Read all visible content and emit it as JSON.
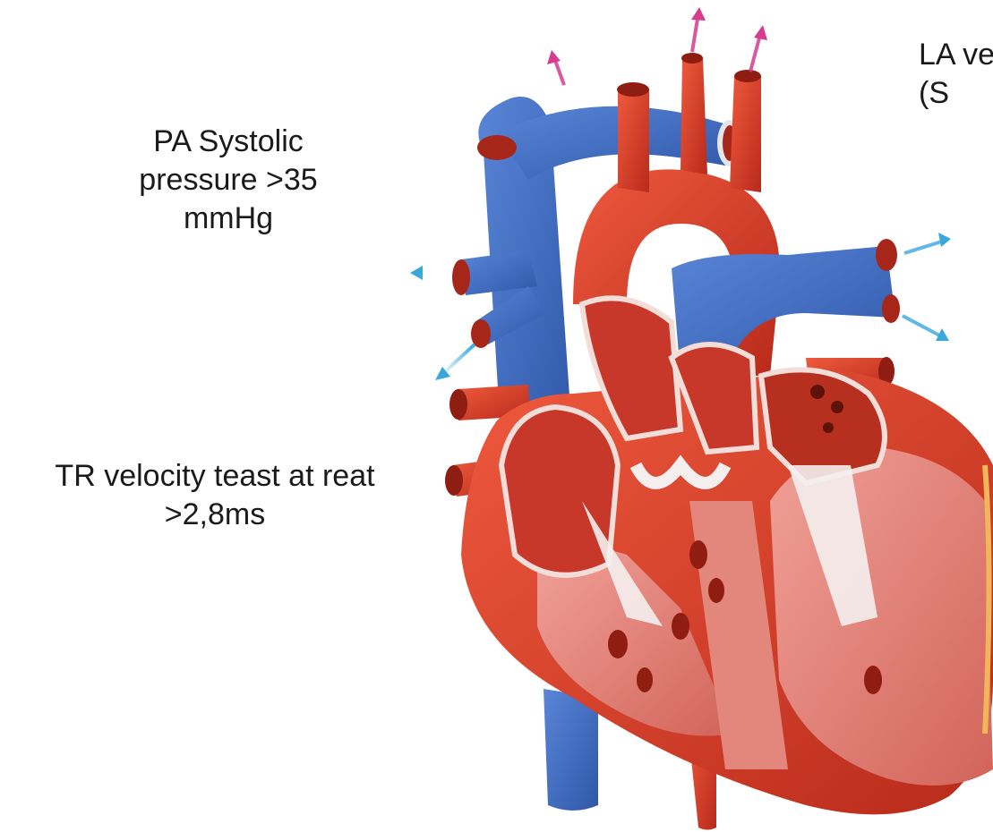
{
  "labels": {
    "pa_systolic": "PA Systolic\npressure >35\nmmHg",
    "tr_velocity": "TR velocity teast at reat\n>2,8ms",
    "la_volume_partial": "LA ve\n(S"
  },
  "colors": {
    "arterial_red": "#d63a26",
    "venous_blue": "#3f6fc8",
    "myocardium_pink": "#e48377",
    "valve_white": "#f4efee",
    "outflow_arrow_blue": "#3aa7dc",
    "outflow_arrow_magenta": "#d63c8e"
  },
  "icons": {
    "outflow_arrow": "arrow-icon"
  }
}
